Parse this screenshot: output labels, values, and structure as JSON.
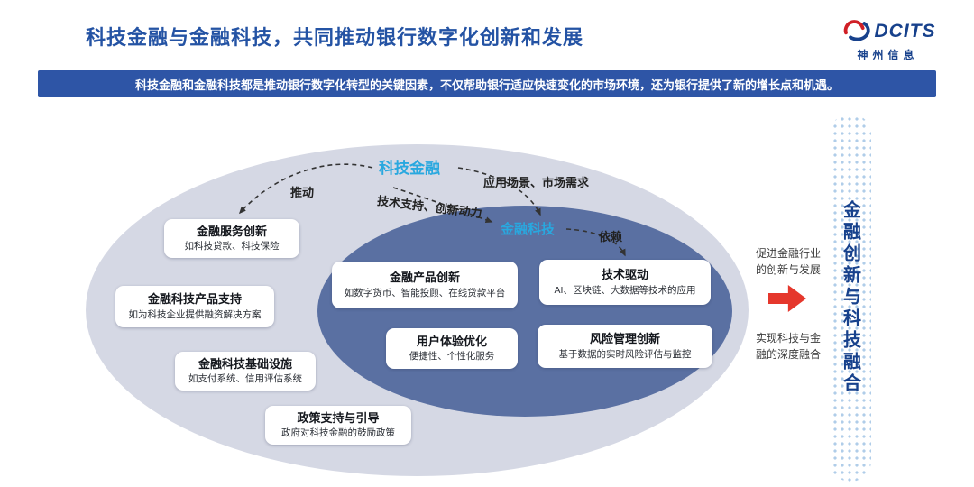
{
  "header": {
    "title": "科技金融与金融科技，共同推动银行数字化创新和发展",
    "logo": {
      "brand": "DCITS",
      "subtitle": "神州信息"
    }
  },
  "banner": {
    "text": "科技金融和金融科技都是推动银行数字化转型的关键因素，不仅帮助银行适应快速变化的市场环境，还为银行提供了新的增长点和机遇。"
  },
  "diagram": {
    "outer_label": "科技金融",
    "inner_label": "金融科技",
    "arrow_labels": {
      "push": "推动",
      "application": "应用场景、市场需求",
      "tech_support": "技术支持、创新动力",
      "depend": "依赖"
    },
    "outer_boxes": [
      {
        "title": "金融服务创新",
        "desc": "如科技贷款、科技保险"
      },
      {
        "title": "金融科技产品支持",
        "desc": "如为科技企业提供融资解决方案"
      },
      {
        "title": "金融科技基础设施",
        "desc": "如支付系统、信用评估系统"
      },
      {
        "title": "政策支持与引导",
        "desc": "政府对科技金融的鼓励政策"
      }
    ],
    "inner_boxes": [
      {
        "title": "金融产品创新",
        "desc": "如数字货币、智能投顾、在线贷款平台"
      },
      {
        "title": "技术驱动",
        "desc": "AI、区块链、大数据等技术的应用"
      },
      {
        "title": "用户体验优化",
        "desc": "便捷性、个性化服务"
      },
      {
        "title": "风险管理创新",
        "desc": "基于数据的实时风险评估与监控"
      }
    ]
  },
  "right_panel": {
    "note_top": "促进金融行业的创新与发展",
    "note_bottom": "实现科技与金融的深度融合",
    "vertical_text": "金融创新与科技融合"
  },
  "colors": {
    "title_blue": "#2453a4",
    "banner_blue": "#2e55a6",
    "outer_ellipse": "#d5d8e4",
    "inner_ellipse": "#5a70a2",
    "accent_cyan": "#29a8df",
    "arrow_red": "#e5372c",
    "logo_blue": "#17418c"
  }
}
